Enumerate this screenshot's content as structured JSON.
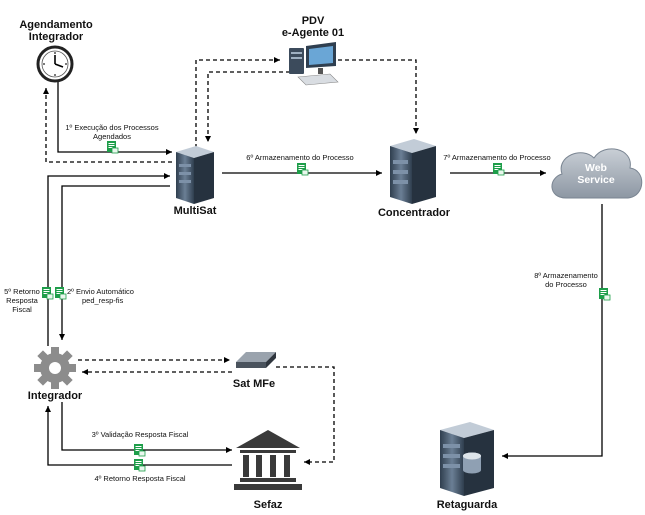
{
  "nodes": {
    "agendamento": {
      "line1": "Agendamento",
      "line2": "Integrador"
    },
    "pdv": {
      "line1": "PDV",
      "line2": "e-Agente 01"
    },
    "multisat": {
      "label": "MultiSat"
    },
    "concentrador": {
      "label": "Concentrador"
    },
    "webservice": {
      "line1": "Web",
      "line2": "Service"
    },
    "integrador": {
      "label": "Integrador"
    },
    "satmfe": {
      "label": "Sat MFe"
    },
    "sefaz": {
      "label": "Sefaz"
    },
    "retaguarda": {
      "label": "Retaguarda"
    }
  },
  "edges": {
    "e1": {
      "line1": "1º Execução dos Processos",
      "line2": "Agendados"
    },
    "e2": {
      "line1": "2º Envio Automático",
      "line2": "ped_resp-fis"
    },
    "e3": {
      "label": "3º Validação Resposta Fiscal"
    },
    "e4": {
      "label": "4º Retorno Resposta Fiscal"
    },
    "e5": {
      "line1": "5º Retorno",
      "line2": "Resposta",
      "line3": "Fiscal"
    },
    "e6": {
      "label": "6º Armazenamento do Processo"
    },
    "e7": {
      "label": "7º Armazenamento do Processo"
    },
    "e8": {
      "line1": "8º Armazenamento",
      "line2": "do Processo"
    }
  },
  "colors": {
    "line": "#000000",
    "doc_icon": "#1e9e4a",
    "server_dark": "#3d4f63",
    "server_light": "#8fa0b3",
    "cloud": "#aeb6bf",
    "gear": "#8c8c8c",
    "bank": "#3a3a3a"
  }
}
